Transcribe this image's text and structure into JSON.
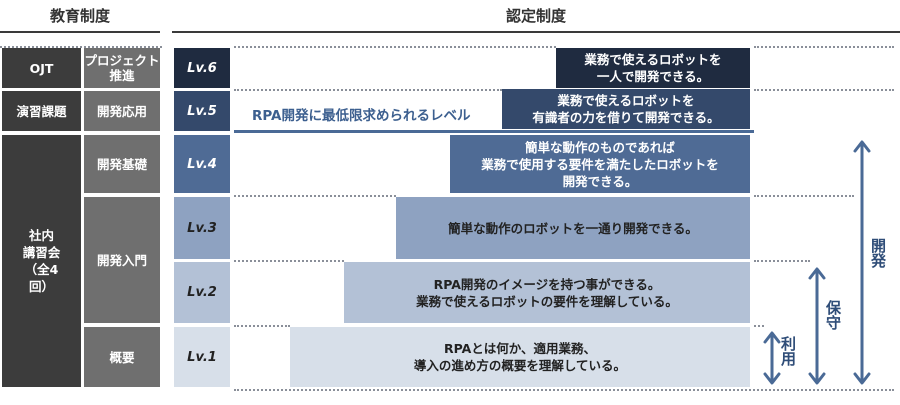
{
  "headers": {
    "education": "教育制度",
    "certification": "認定制度"
  },
  "education_rows": [
    {
      "label": "OJT"
    },
    {
      "label": "プロジェクト\n推進"
    },
    {
      "label": "演習課題"
    },
    {
      "label": "開発応用"
    },
    {
      "label": "社内\n講習会\n（全4\n回）"
    },
    {
      "label": "開発基礎"
    },
    {
      "label": "開発入門"
    },
    {
      "label": "概要"
    }
  ],
  "levels": [
    "Lv.6",
    "Lv.5",
    "Lv.4",
    "Lv.3",
    "Lv.2",
    "Lv.1"
  ],
  "descriptions": [
    "業務で使えるロボットを\n一人で開発できる。",
    "業務で使えるロボットを\n有識者の力を借りて開発できる。",
    "簡単な動作のものであれば\n業務で使用する要件を満たしたロボットを\n開発できる。",
    "簡単な動作のロボットを一通り開発できる。",
    "RPA開発のイメージを持つ事ができる。\n業務で使えるロボットの要件を理解している。",
    "RPAとは何か、適用業務、\n導入の進め方の概要を理解している。"
  ],
  "minimum_level_note": "RPA開発に最低限求められるレベル",
  "ranges": {
    "use": "利用",
    "maintain": "保守",
    "develop": "開発"
  },
  "colors": {
    "lv6": "#1f2b40",
    "lv5": "#34496b",
    "lv4": "#4f6b95",
    "lv3": "#8ea2c1",
    "lv2": "#b3c1d6",
    "lv1": "#d7dfe9",
    "arrow": "#4a6a96"
  }
}
